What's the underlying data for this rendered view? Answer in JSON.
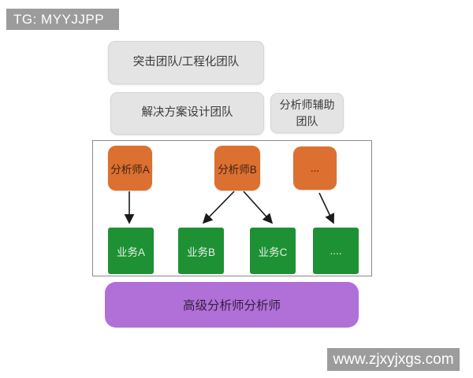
{
  "watermarks": {
    "top_left": "TG: MYYJJPP",
    "bottom_right": "www.zjxyjxgs.com"
  },
  "teams": [
    {
      "id": "assault",
      "label": "突击团队/工程化团队"
    },
    {
      "id": "solution",
      "label": "解决方案设计团队"
    },
    {
      "id": "assist",
      "label": "分析师辅助团队"
    }
  ],
  "analysts": [
    {
      "id": "analyst-a",
      "label": "分析师A"
    },
    {
      "id": "analyst-b",
      "label": "分析师B"
    },
    {
      "id": "analyst-more",
      "label": "..."
    }
  ],
  "businesses": [
    {
      "id": "biz-a",
      "label": "业务A"
    },
    {
      "id": "biz-b",
      "label": "业务B"
    },
    {
      "id": "biz-c",
      "label": "业务C"
    },
    {
      "id": "biz-more",
      "label": "...."
    }
  ],
  "edges": [
    {
      "from": "分析师A",
      "to": "业务A"
    },
    {
      "from": "分析师B",
      "to": "业务B"
    },
    {
      "from": "分析师B",
      "to": "业务C"
    },
    {
      "from": "...",
      "to": "...."
    }
  ],
  "senior": {
    "label": "高级分析师分析师"
  },
  "colors": {
    "orange": "#dc7030",
    "green": "#1e9134",
    "purple": "#b16fd8",
    "team_gray": "#e4e4e4",
    "badge_gray": "#9c9c9c",
    "frame_border": "#8a8a8a",
    "arrow": "#1a1a1a"
  }
}
